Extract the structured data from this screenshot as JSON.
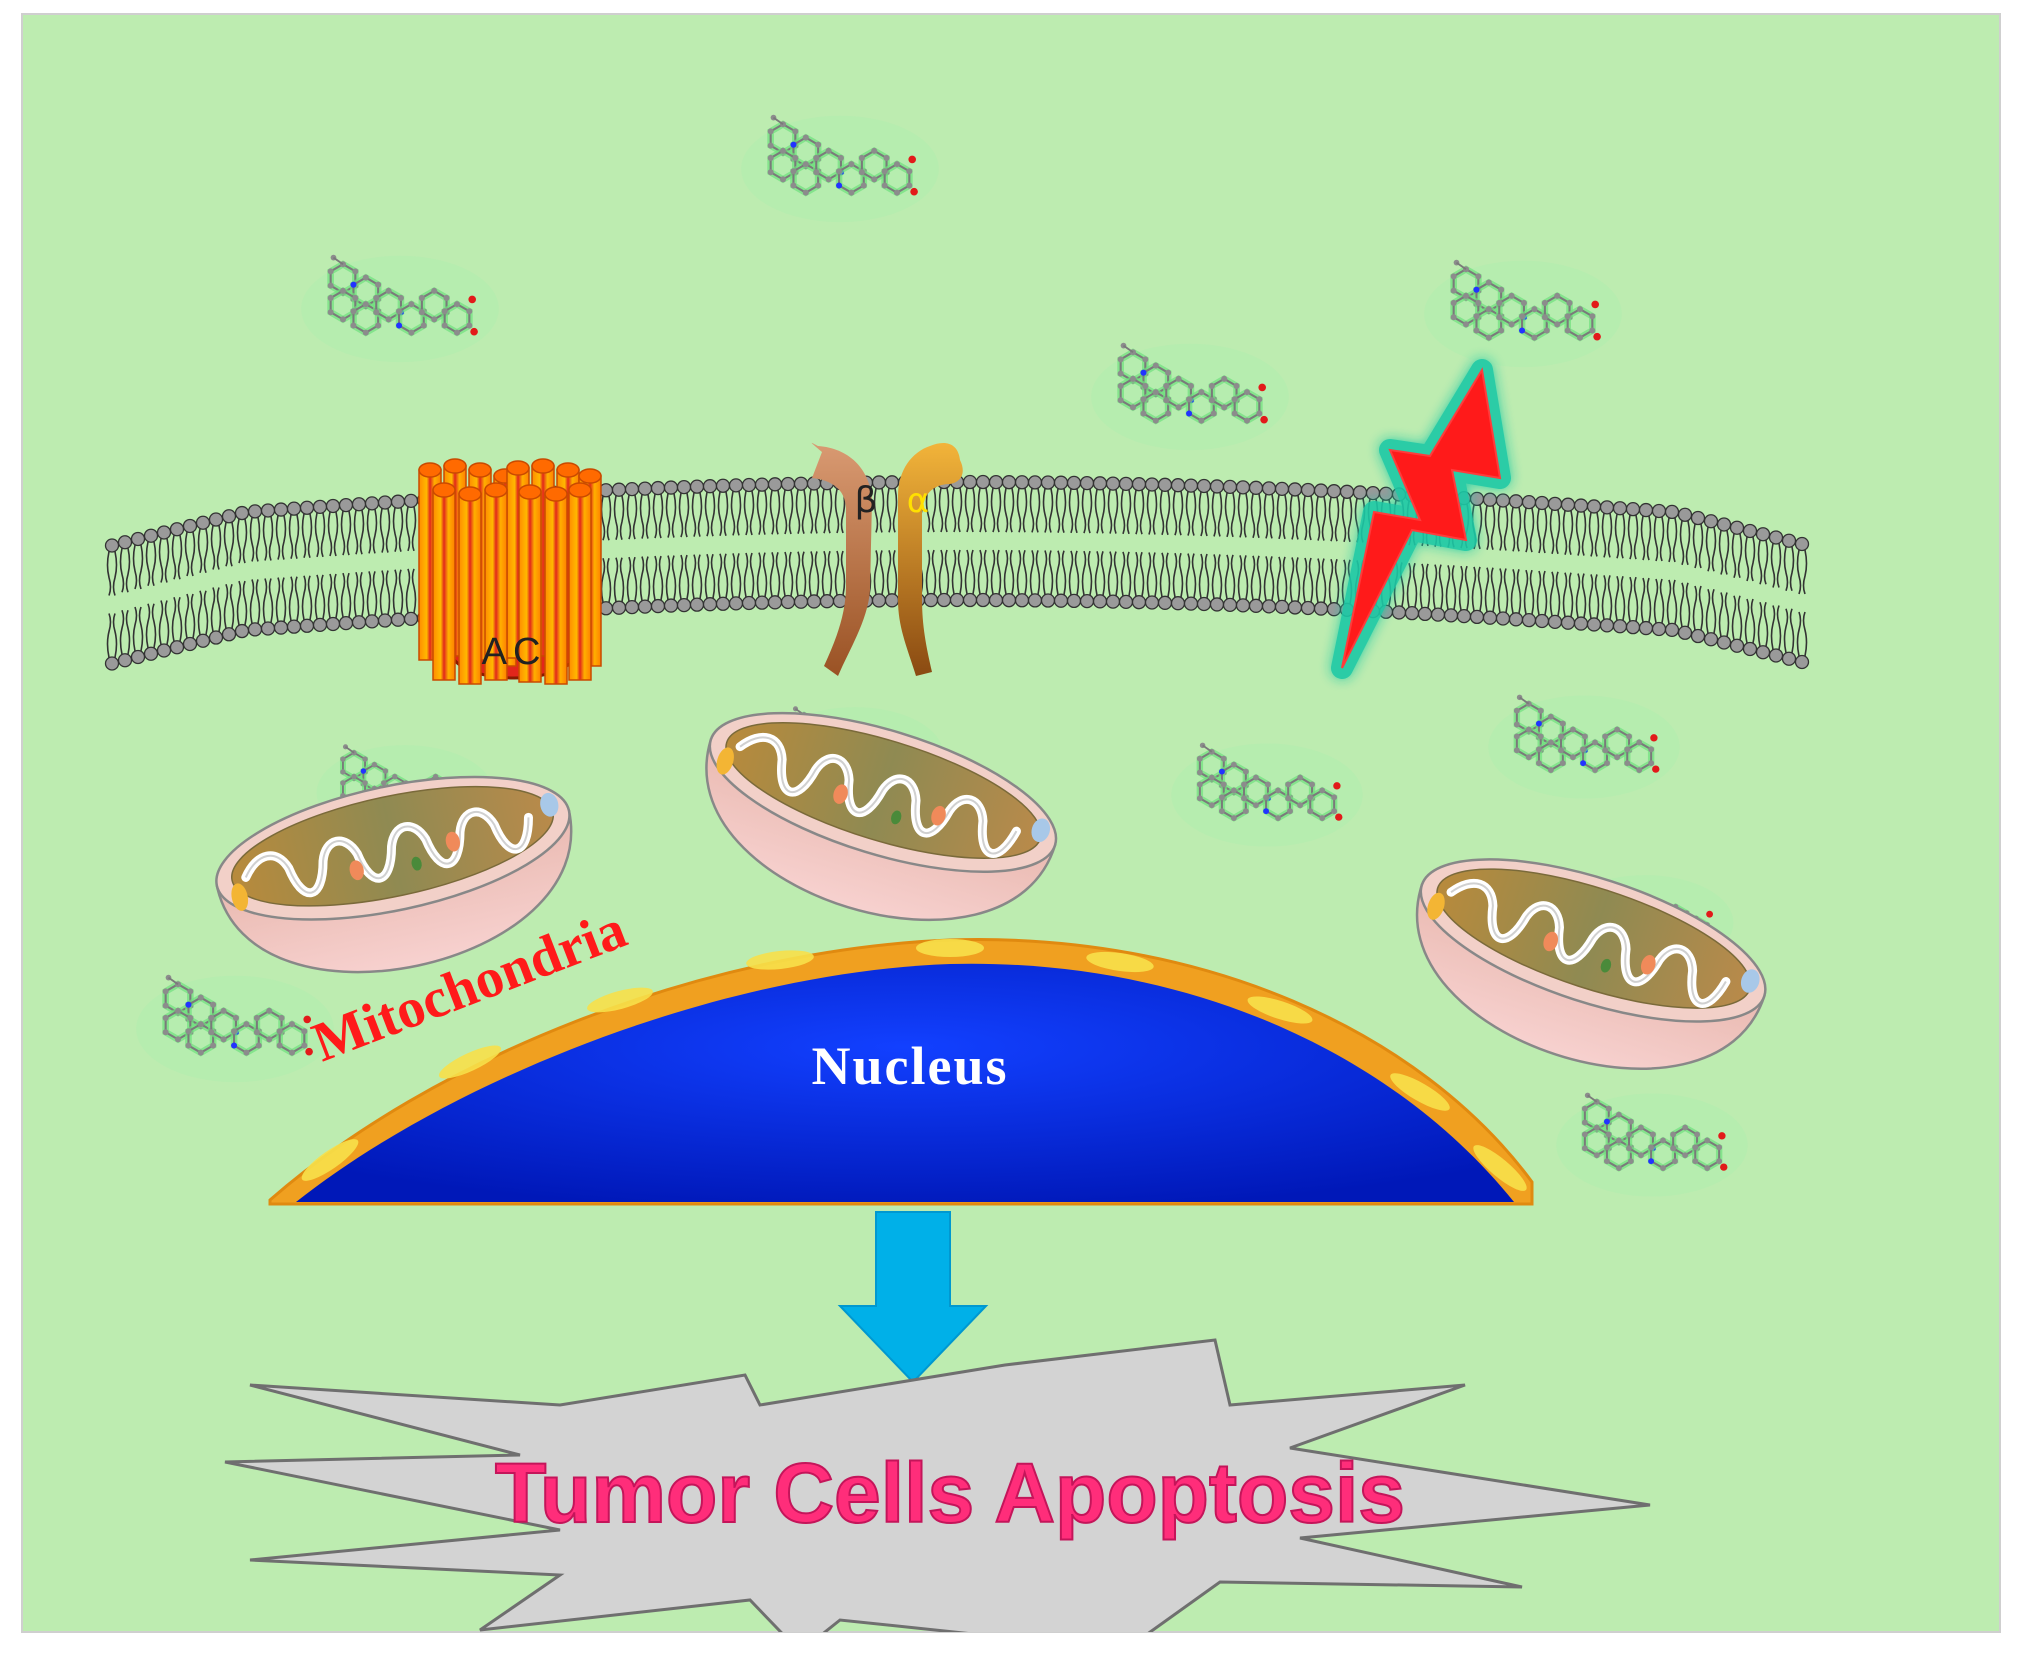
{
  "labels": {
    "ac": "AC",
    "beta": "β",
    "alpha": "α",
    "mitochondria": "Mitochondria",
    "nucleus": "Nucleus",
    "outcome": "Tumor Cells Apoptosis"
  },
  "colors": {
    "background": "#bdecb0",
    "membrane": "#333333",
    "channel_orange": "#ff9a00",
    "channel_red": "#e2261b",
    "beta_subunit": "#c27a48",
    "alpha_subunit": "#c9820a",
    "bolt": "#ff1a1a",
    "bolt_glow": "#1ac9a6",
    "nucleus": "#0a2fe6",
    "nuclear_envelope": "#f0a020",
    "arrow": "#00b0e8",
    "burst": "#d3d3d3",
    "mito_label": "#ff1a1a",
    "outcome_text": "#ff2d7a"
  },
  "icons": {
    "drug_molecule": "molecule-icon",
    "channel": "ion-channel-icon",
    "integrin": "integrin-receptor-icon",
    "damage": "lightning-bolt-icon",
    "arrow": "down-arrow-icon",
    "burst": "starburst-icon"
  }
}
